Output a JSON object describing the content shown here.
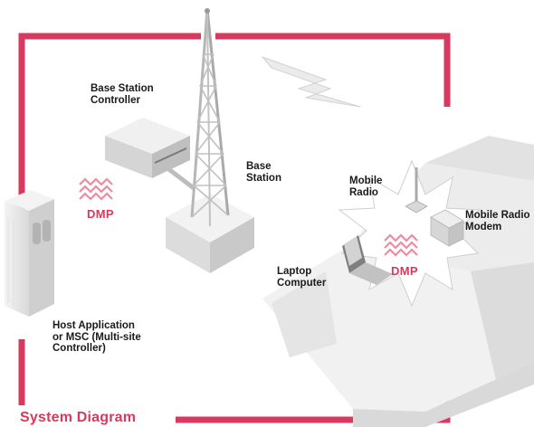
{
  "title": "System Diagram",
  "accent_color": "#d8395f",
  "labels": {
    "bsc": "Base Station\nController",
    "base_station": "Base\nStation",
    "mobile_radio": "Mobile\nRadio",
    "modem": "Mobile Radio\nModem",
    "laptop": "Laptop\nComputer",
    "host": "Host Application\nor MSC (Multi-site\nController)",
    "dmp_left": "DMP",
    "dmp_right": "DMP"
  },
  "icons": [
    "tower-icon",
    "lightning-bolt-icon",
    "server-cabinet-icon",
    "controller-box-icon",
    "vehicle-icon",
    "laptop-icon",
    "modem-icon",
    "antenna-icon",
    "dmp-signal-icon"
  ]
}
